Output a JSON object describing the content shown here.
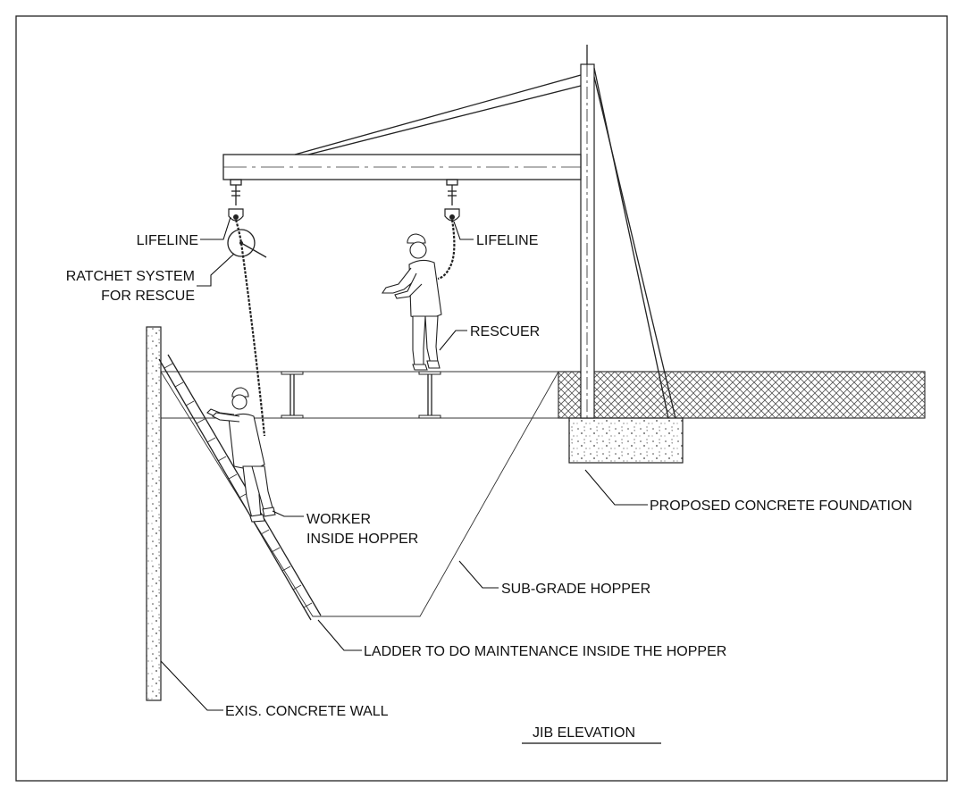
{
  "labels": {
    "lifeline_left": "LIFELINE",
    "lifeline_right": "LIFELINE",
    "ratchet_line1": "RATCHET SYSTEM",
    "ratchet_line2": "FOR RESCUE",
    "rescuer": "RESCUER",
    "worker_line1": "WORKER",
    "worker_line2": "INSIDE HOPPER",
    "foundation": "PROPOSED CONCRETE FOUNDATION",
    "hopper": "SUB-GRADE HOPPER",
    "ladder": "LADDER TO DO MAINTENANCE INSIDE THE HOPPER",
    "wall": "EXIS. CONCRETE WALL"
  },
  "title": "JIB ELEVATION"
}
